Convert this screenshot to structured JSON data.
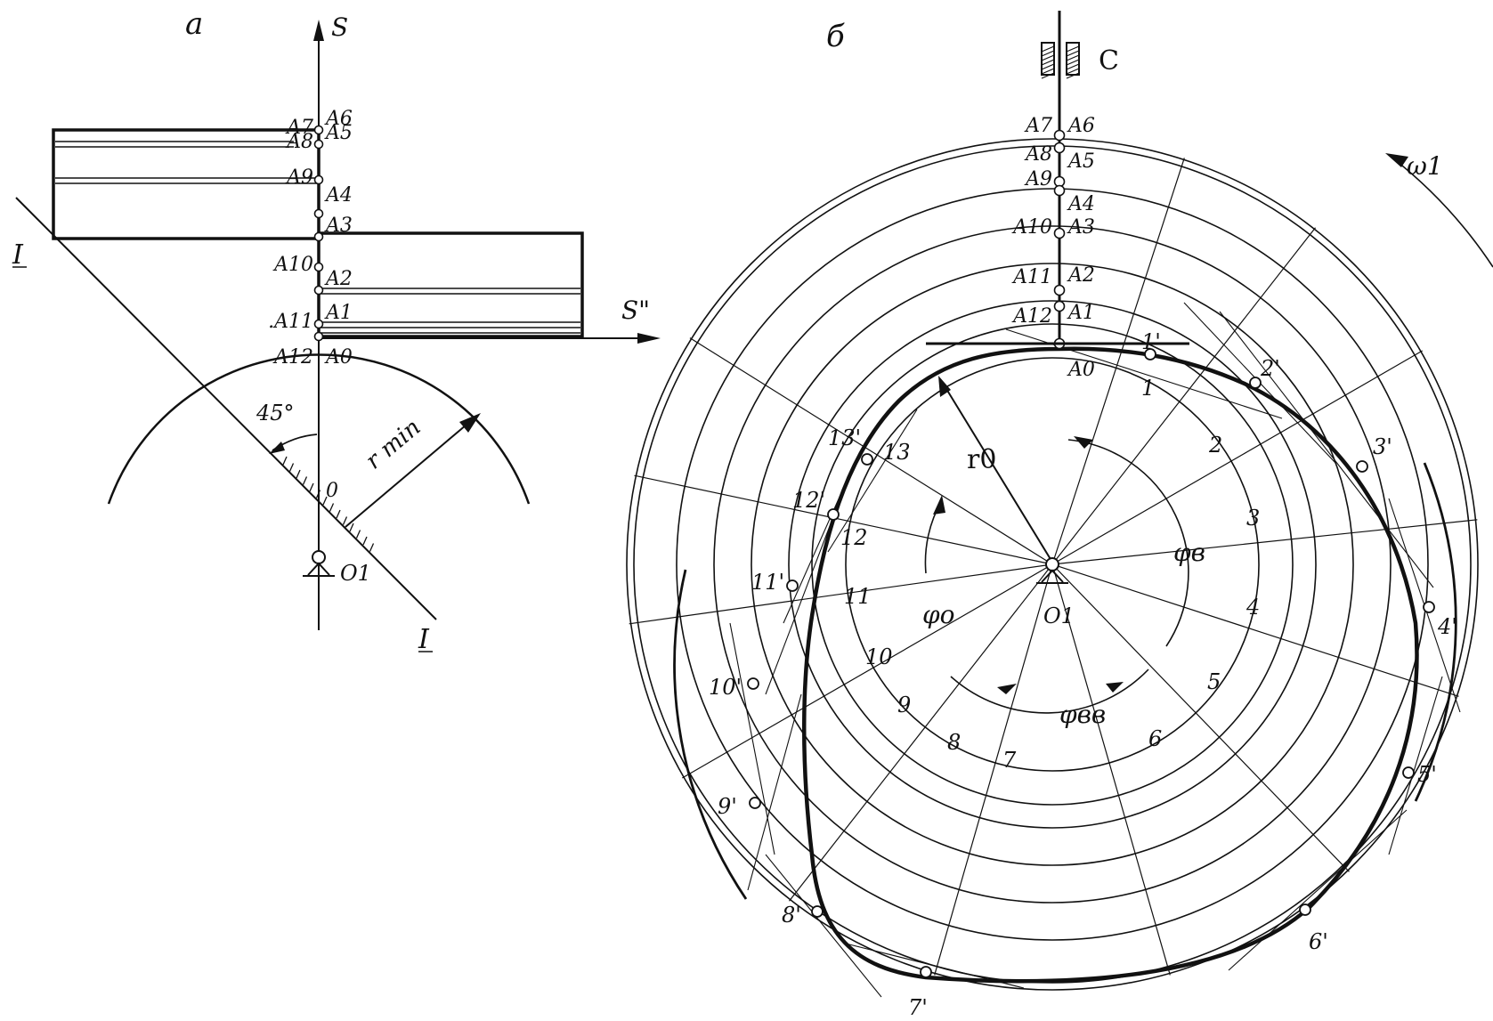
{
  "panel_a": {
    "panel_label": "а",
    "axis_s_label": "S",
    "axis_s2_label": "S\"",
    "angle_label": "45°",
    "rmin_label": "r min",
    "o_label": "0",
    "o1_label": "O1",
    "line1_label_left": "I",
    "line1_label_right": "I",
    "a_labels": {
      "A7": "A7",
      "A6": "A6",
      "A8": "A8",
      "A5": "A5",
      "A9": "A9",
      "A4": "A4",
      "A3": "A3",
      "A10": "A10",
      "A2": "A2",
      "A11": ".A11",
      "A1": "A1",
      "A12": "A12",
      "A0": "A0"
    }
  },
  "panel_b": {
    "panel_label": "б",
    "c_label": "C",
    "omega_label": "ω1",
    "r0_label": "r0",
    "phi_labels": {
      "phi_v": "φв",
      "phi_o": "φо",
      "phi_vv": "φвв"
    },
    "o1_label": "O1",
    "a_labels": {
      "A7": "A7",
      "A6": "A6",
      "A8": "A8",
      "A5": "A5",
      "A9": "A9",
      "A4": "A4",
      "A10": "A10",
      "A3": "A3",
      "A11": "A11",
      "A2": "A2",
      "A12": "A12",
      "A1": "A1",
      "A0": "A0"
    },
    "ray_numbers": [
      "1",
      "2",
      "3",
      "4",
      "5",
      "6",
      "7",
      "8",
      "9",
      "10",
      "11",
      "12",
      "13"
    ],
    "profile_points": [
      "1'",
      "2'",
      "3'",
      "4'",
      "5'",
      "6'",
      "7'",
      "8'",
      "9'",
      "10'",
      "11'",
      "12'",
      "13'"
    ]
  }
}
